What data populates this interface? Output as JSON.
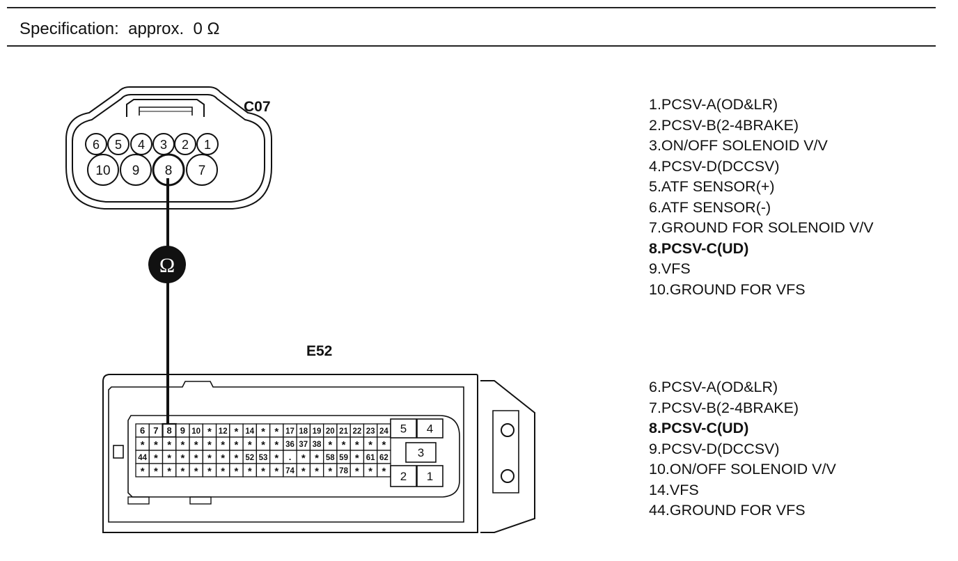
{
  "spec": {
    "label": "Specification:",
    "value": "approx.",
    "reading": "0 Ω"
  },
  "meter_symbol": "Ω",
  "connector_c07": {
    "label": "C07",
    "top_row_pins": [
      "6",
      "5",
      "4",
      "3",
      "2",
      "1"
    ],
    "bottom_row_pins": [
      "10",
      "9",
      "8",
      "7"
    ],
    "tested_pin": "8",
    "pin_functions": [
      {
        "text": "1.PCSV-A(OD&LR)",
        "bold": false
      },
      {
        "text": "2.PCSV-B(2-4BRAKE)",
        "bold": false
      },
      {
        "text": "3.ON/OFF SOLENOID V/V",
        "bold": false
      },
      {
        "text": "4.PCSV-D(DCCSV)",
        "bold": false
      },
      {
        "text": "5.ATF SENSOR(+)",
        "bold": false
      },
      {
        "text": "6.ATF SENSOR(-)",
        "bold": false
      },
      {
        "text": "7.GROUND FOR SOLENOID V/V",
        "bold": false
      },
      {
        "text": "8.PCSV-C(UD)",
        "bold": true
      },
      {
        "text": "9.VFS",
        "bold": false
      },
      {
        "text": "10.GROUND FOR VFS",
        "bold": false
      }
    ]
  },
  "connector_e52": {
    "label": "E52",
    "grid_rows": [
      [
        "6",
        "7",
        "8",
        "9",
        "10",
        "*",
        "12",
        "*",
        "14",
        "*",
        "*",
        "17",
        "18",
        "19",
        "20",
        "21",
        "22",
        "23",
        "24"
      ],
      [
        "*",
        "*",
        "*",
        "*",
        "*",
        "*",
        "*",
        "*",
        "*",
        "*",
        "*",
        "36",
        "37",
        "38",
        "*",
        "*",
        "*",
        "*",
        "*"
      ],
      [
        "44",
        "*",
        "*",
        "*",
        "*",
        "*",
        "*",
        "*",
        "52",
        "53",
        "*",
        ".",
        "*",
        "*",
        "58",
        "59",
        "*",
        "61",
        "62"
      ],
      [
        "*",
        "*",
        "*",
        "*",
        "*",
        "*",
        "*",
        "*",
        "*",
        "*",
        "*",
        "74",
        "*",
        "*",
        "*",
        "78",
        "*",
        "*",
        "*"
      ]
    ],
    "power_pins": [
      "5",
      "4",
      "3",
      "2",
      "1"
    ],
    "tested_pin": "8",
    "pin_functions": [
      {
        "text": "6.PCSV-A(OD&LR)",
        "bold": false
      },
      {
        "text": "7.PCSV-B(2-4BRAKE)",
        "bold": false
      },
      {
        "text": "8.PCSV-C(UD)",
        "bold": true
      },
      {
        "text": "9.PCSV-D(DCCSV)",
        "bold": false
      },
      {
        "text": "10.ON/OFF SOLENOID V/V",
        "bold": false
      },
      {
        "text": "14.VFS",
        "bold": false
      },
      {
        "text": "44.GROUND FOR VFS",
        "bold": false
      }
    ]
  }
}
